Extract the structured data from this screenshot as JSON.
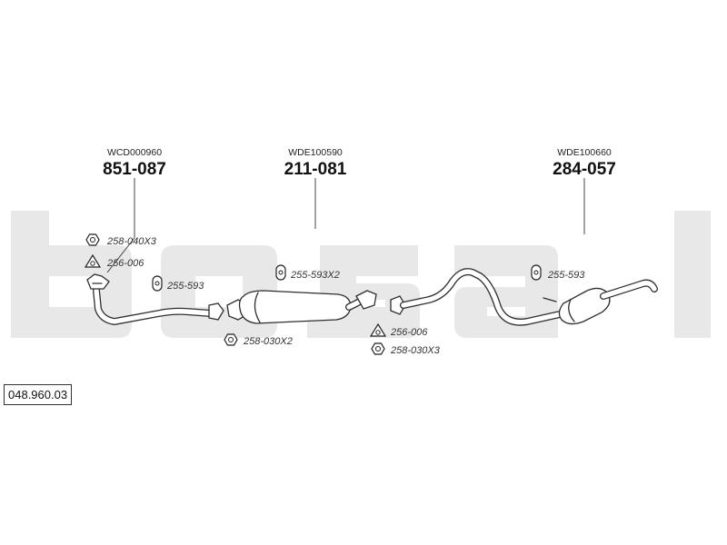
{
  "watermark": {
    "text": "bosal"
  },
  "reference": {
    "code": "048.960.03"
  },
  "assemblies": [
    {
      "oe_code": "WCD000960",
      "part_number": "851-087"
    },
    {
      "oe_code": "WDE100590",
      "part_number": "211-081"
    },
    {
      "oe_code": "WDE100660",
      "part_number": "284-057"
    }
  ],
  "parts": [
    {
      "label": "258-040X3",
      "icon": "nut-icon"
    },
    {
      "label": "256-006",
      "icon": "gasket-icon"
    },
    {
      "label": "255-593",
      "icon": "rubber-mount-icon"
    },
    {
      "label": "258-030X2",
      "icon": "nut-icon"
    },
    {
      "label": "255-593X2",
      "icon": "rubber-mount-icon"
    },
    {
      "label": "256-006",
      "icon": "gasket-icon"
    },
    {
      "label": "258-030X3",
      "icon": "nut-icon"
    },
    {
      "label": "255-593",
      "icon": "rubber-mount-icon"
    }
  ]
}
